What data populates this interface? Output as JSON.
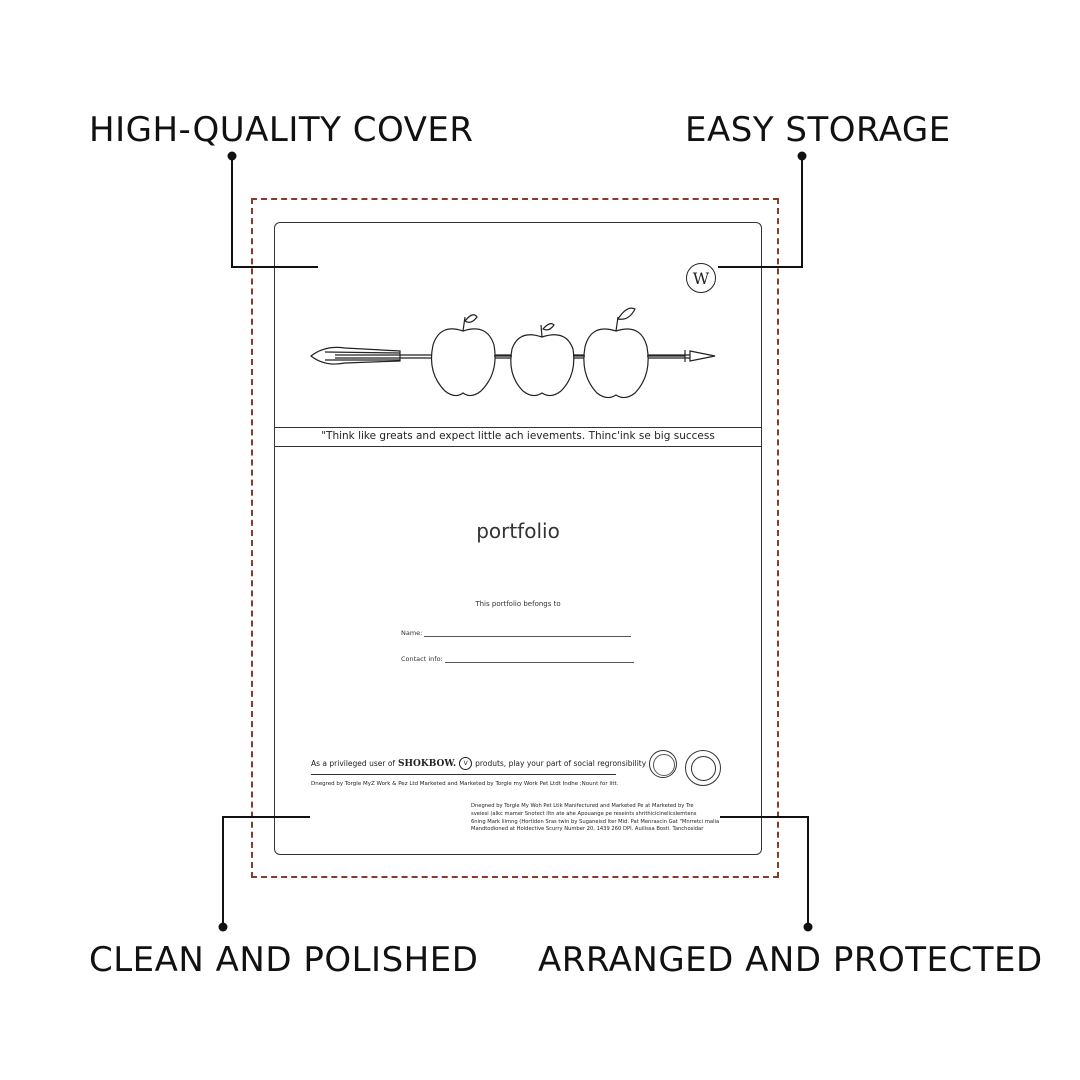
{
  "callouts": {
    "top_left": "HIGH-QUALITY COVER",
    "top_right": "EASY STORAGE",
    "bottom_left": "CLEAN AND POLISHED",
    "bottom_right": "ARRANGED AND PROTECTED"
  },
  "cover": {
    "logo_letter": "W",
    "quote": "\"Think like greats and expect little ach ievements.  Thinc'ink se big success",
    "title": "portfolio",
    "belongs_to": "This portfolio befongs to",
    "name_label": "Name:",
    "contact_label": "Contact info:",
    "privilege_prefix": "As a privileged user of",
    "brand": "SHOKBOW.",
    "brand_symbol": "V",
    "privilege_suffix": "produts, play your part of social regronsibility",
    "designed_line": "Dnegred by Torgle MyZ Work & Pez Ltd Marketed and Marketed by Torgle my Work Pet Ltdt Indhe ;Nount for litt.",
    "fine_print": [
      "Dnegned by Torgle My Woh Pet Ltik Manifectured and Marketed Pe at Marketed by Tre",
      "sveiesi (alkc mamer Snotect iltn ate ahe Apouange pe reseints shrithicicinelicslemtens",
      "6ning Mark liimng (Hortiden Sras twin by Suganeisd lter Mid. Pat Menrascin Gat \"Mnrretci malia",
      "Mandtodioned at Holdective Scurry Number 20, 1439 260 DPI. Auilissa Bosti. Tanchosidar"
    ]
  }
}
